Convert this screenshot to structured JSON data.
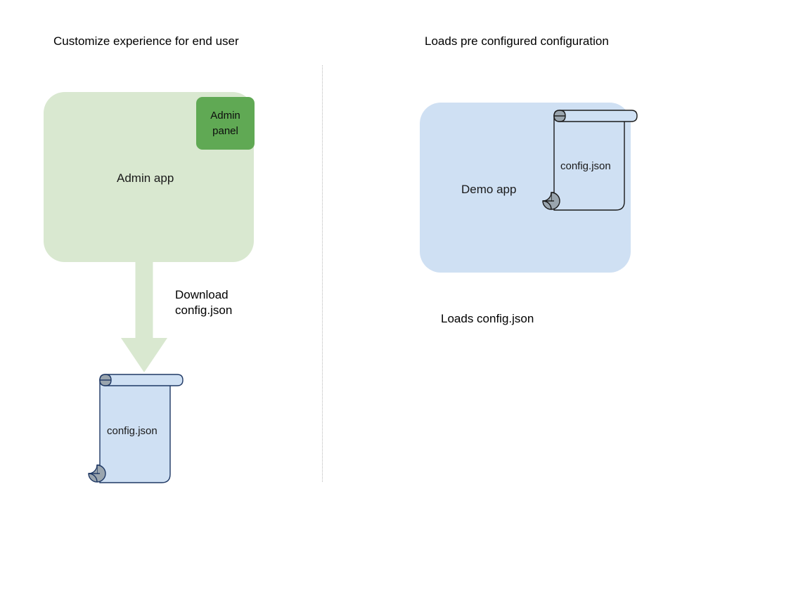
{
  "diagram": {
    "columns": [
      {
        "title": "Customize experience for end user"
      },
      {
        "title": "Loads pre configured configuration"
      }
    ],
    "left": {
      "app_box": {
        "label": "Admin app",
        "fill": "#d9e8d0"
      },
      "panel_chip": {
        "label_line1": "Admin",
        "label_line2": "panel",
        "fill": "#60a954"
      },
      "arrow": {
        "direction": "down",
        "fill": "#d9e8d0",
        "label_line1": "Download",
        "label_line2": "config.json"
      },
      "document": {
        "label": "config.json",
        "fill": "#cfe0f3",
        "stroke": "#1f3864",
        "curl_fill": "#9aa5ae"
      }
    },
    "right": {
      "app_box": {
        "label": "Demo app",
        "fill": "#cfe0f3"
      },
      "document": {
        "label": "config.json",
        "fill": "#cfe0f3",
        "stroke": "#1a1a1a",
        "curl_fill": "#9aa5ae"
      },
      "caption": "Loads config.json"
    },
    "divider": {
      "style": "dotted",
      "color": "#b9b9b9"
    }
  }
}
